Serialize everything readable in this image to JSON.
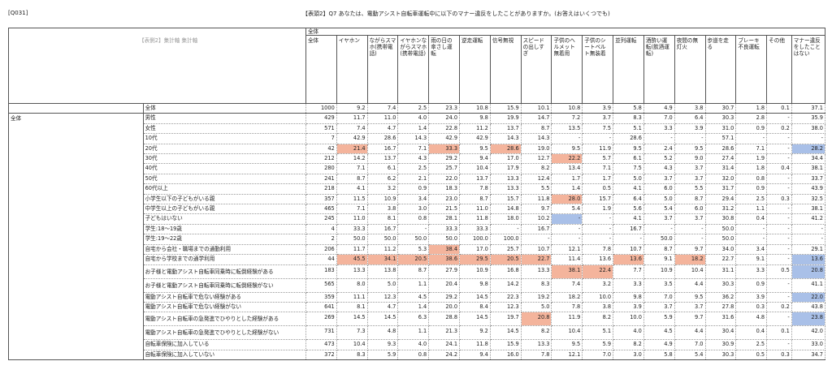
{
  "header": {
    "code": "[Q031]",
    "question": "【表頭2】Q7 あなたは、電動アシスト自転車運転中に以下のマナー違反をしたことがありますか。(お答えはいくつでも)"
  },
  "table": {
    "stub_header": "【表側2】集計軸 集計軸",
    "group_header": "全体",
    "columns": [
      "全体",
      "イヤホン",
      "ながらスマホ(携帯電話)",
      "イヤホンながらスマホ(携帯電話)",
      "雨の日の傘さし運転",
      "逆走運転",
      "信号無視",
      "スピードの出しすぎ",
      "子供のヘルメット無着用",
      "子供のシートベルト無装着",
      "並列運転",
      "酒酔い運転(飲酒運転)",
      "夜間の無灯火",
      "歩道を走る",
      "ブレーキ不良運転",
      "その他",
      "マナー違反をしたことはない"
    ],
    "total_row": {
      "label": "全体",
      "values": [
        "1000",
        "9.2",
        "7.4",
        "2.5",
        "23.3",
        "10.8",
        "15.9",
        "10.1",
        "10.8",
        "3.9",
        "5.8",
        "4.9",
        "3.8",
        "30.7",
        "1.8",
        "0.1",
        "37.1"
      ]
    },
    "group_label": "全体",
    "rows": [
      {
        "label": "男性",
        "values": [
          "429",
          "11.7",
          "11.0",
          "4.0",
          "24.0",
          "9.8",
          "19.9",
          "14.7",
          "7.2",
          "3.7",
          "8.3",
          "7.0",
          "6.4",
          "30.3",
          "2.8",
          "-",
          "35.9"
        ],
        "hi": [],
        "lo": []
      },
      {
        "label": "女性",
        "values": [
          "571",
          "7.4",
          "4.7",
          "1.4",
          "22.8",
          "11.2",
          "13.7",
          "8.7",
          "13.5",
          "7.5",
          "5.1",
          "3.3",
          "3.9",
          "31.0",
          "0.9",
          "0.2",
          "38.0"
        ],
        "hi": [],
        "lo": []
      },
      {
        "label": "10代",
        "values": [
          "7",
          "42.9",
          "28.6",
          "14.3",
          "42.9",
          "42.9",
          "14.3",
          "14.3",
          "-",
          "-",
          "28.6",
          "-",
          "-",
          "57.1",
          "-",
          "-",
          "-"
        ],
        "hi": [],
        "lo": []
      },
      {
        "label": "20代",
        "values": [
          "42",
          "21.4",
          "16.7",
          "7.1",
          "33.3",
          "9.5",
          "28.6",
          "19.0",
          "9.5",
          "11.9",
          "9.5",
          "2.4",
          "9.5",
          "28.6",
          "7.1",
          "-",
          "28.2"
        ],
        "hi": [
          1,
          4,
          6
        ],
        "lo": [
          16
        ]
      },
      {
        "label": "30代",
        "values": [
          "212",
          "14.2",
          "13.7",
          "4.3",
          "29.2",
          "9.4",
          "17.0",
          "12.7",
          "22.2",
          "5.7",
          "6.1",
          "5.2",
          "9.0",
          "27.4",
          "1.9",
          "-",
          "34.4"
        ],
        "hi": [
          8
        ],
        "lo": []
      },
      {
        "label": "40代",
        "values": [
          "280",
          "7.1",
          "6.1",
          "2.5",
          "25.7",
          "10.4",
          "17.9",
          "8.2",
          "13.4",
          "7.1",
          "7.5",
          "4.3",
          "3.7",
          "31.4",
          "1.8",
          "0.4",
          "38.1"
        ],
        "hi": [],
        "lo": []
      },
      {
        "label": "50代",
        "values": [
          "241",
          "8.7",
          "6.2",
          "2.1",
          "22.0",
          "13.7",
          "13.3",
          "12.4",
          "1.7",
          "1.7",
          "5.0",
          "3.7",
          "3.7",
          "32.0",
          "0.8",
          "-",
          "33.7"
        ],
        "hi": [],
        "lo": []
      },
      {
        "label": "60代以上",
        "values": [
          "218",
          "4.1",
          "3.2",
          "0.9",
          "18.3",
          "7.8",
          "13.3",
          "5.5",
          "1.4",
          "0.5",
          "4.1",
          "6.0",
          "5.5",
          "31.7",
          "0.9",
          "-",
          "43.9"
        ],
        "hi": [],
        "lo": []
      },
      {
        "label": "小学生以下の子どもがいる親",
        "values": [
          "357",
          "11.5",
          "10.9",
          "3.4",
          "23.0",
          "8.7",
          "15.7",
          "11.8",
          "28.0",
          "15.7",
          "6.4",
          "5.0",
          "8.7",
          "29.4",
          "2.5",
          "0.3",
          "32.5"
        ],
        "hi": [
          8
        ],
        "lo": []
      },
      {
        "label": "中学生以上の子どもがいる親",
        "values": [
          "465",
          "7.1",
          "3.8",
          "3.0",
          "21.5",
          "11.0",
          "14.8",
          "9.7",
          "5.4",
          "1.9",
          "5.6",
          "5.4",
          "6.0",
          "31.2",
          "1.1",
          "-",
          "38.1"
        ],
        "hi": [],
        "lo": []
      },
      {
        "label": "子どもはいない",
        "values": [
          "245",
          "11.0",
          "8.1",
          "0.8",
          "28.1",
          "11.8",
          "18.0",
          "10.2",
          "-",
          "-",
          "4.1",
          "3.7",
          "3.7",
          "30.8",
          "0.4",
          "-",
          "41.2"
        ],
        "hi": [],
        "lo": [
          8
        ]
      },
      {
        "label": "学生:18～19歳",
        "values": [
          "4",
          "33.3",
          "16.7",
          "-",
          "33.3",
          "33.3",
          "-",
          "16.7",
          "-",
          "-",
          "16.7",
          "-",
          "-",
          "50.0",
          "-",
          "-",
          "-"
        ],
        "hi": [],
        "lo": []
      },
      {
        "label": "学生:19～22歳",
        "values": [
          "2",
          "50.0",
          "50.0",
          "50.0",
          "50.0",
          "100.0",
          "100.0",
          "-",
          "-",
          "-",
          "-",
          "50.0",
          "-",
          "50.0",
          "-",
          "-",
          "-"
        ],
        "hi": [],
        "lo": []
      },
      {
        "label": "自宅から会社・職場までの通勤利用",
        "values": [
          "206",
          "11.7",
          "11.2",
          "5.3",
          "38.4",
          "17.0",
          "25.7",
          "10.7",
          "12.1",
          "7.8",
          "10.7",
          "8.7",
          "9.7",
          "34.0",
          "3.4",
          "-",
          "29.1"
        ],
        "hi": [
          4
        ],
        "lo": []
      },
      {
        "label": "自宅から学校までの通学利用",
        "values": [
          "44",
          "45.5",
          "34.1",
          "20.5",
          "38.6",
          "29.5",
          "20.5",
          "22.7",
          "11.4",
          "13.6",
          "13.6",
          "9.1",
          "18.2",
          "22.7",
          "9.1",
          "-",
          "13.6"
        ],
        "hi": [
          1,
          2,
          3,
          4,
          5,
          6,
          7,
          10,
          12
        ],
        "lo": [
          16
        ]
      },
      {
        "label": "お子様と電動アシスト自転車同乗時に転倒経験がある",
        "tall": true,
        "values": [
          "183",
          "13.3",
          "13.8",
          "8.7",
          "27.9",
          "10.9",
          "16.8",
          "13.3",
          "38.1",
          "22.4",
          "7.7",
          "10.9",
          "10.4",
          "31.1",
          "3.3",
          "0.5",
          "20.8"
        ],
        "hi": [
          8,
          9
        ],
        "lo": [
          16
        ]
      },
      {
        "label": "お子様と電動アシスト自転車同乗時に転倒経験がない",
        "tall": true,
        "values": [
          "565",
          "8.0",
          "5.0",
          "1.1",
          "20.4",
          "9.8",
          "14.2",
          "8.3",
          "7.4",
          "3.2",
          "3.3",
          "3.5",
          "4.4",
          "30.3",
          "0.9",
          "-",
          "41.1"
        ],
        "hi": [],
        "lo": []
      },
      {
        "label": "電動アシスト自転車で危ない経験がある",
        "values": [
          "359",
          "11.1",
          "12.3",
          "4.5",
          "29.2",
          "14.5",
          "22.3",
          "19.2",
          "18.2",
          "10.0",
          "9.8",
          "7.0",
          "9.5",
          "36.2",
          "3.9",
          "-",
          "22.0"
        ],
        "hi": [],
        "lo": [
          16
        ]
      },
      {
        "label": "電動アシスト自転車で危ない経験がない",
        "values": [
          "641",
          "8.1",
          "4.7",
          "1.4",
          "20.0",
          "8.4",
          "12.3",
          "5.0",
          "7.8",
          "3.8",
          "3.9",
          "3.7",
          "3.7",
          "27.8",
          "0.3",
          "0.2",
          "43.8"
        ],
        "hi": [],
        "lo": []
      },
      {
        "label": "電動アシスト自転車の急発進でひやりとした経験がある",
        "tall": true,
        "values": [
          "269",
          "14.5",
          "14.5",
          "6.3",
          "28.8",
          "14.5",
          "19.7",
          "20.8",
          "11.9",
          "8.2",
          "10.0",
          "5.9",
          "9.7",
          "31.6",
          "4.8",
          "-",
          "23.8"
        ],
        "hi": [
          7
        ],
        "lo": [
          16
        ]
      },
      {
        "label": "電動アシスト自転車の急発進でひやりとした経験がない",
        "tall": true,
        "values": [
          "731",
          "7.3",
          "4.8",
          "1.1",
          "21.3",
          "9.2",
          "14.5",
          "8.2",
          "10.4",
          "5.1",
          "4.0",
          "4.5",
          "4.4",
          "30.4",
          "0.4",
          "0.1",
          "42.0"
        ],
        "hi": [],
        "lo": []
      },
      {
        "label": "自転車保険に加入している",
        "values": [
          "473",
          "10.4",
          "9.3",
          "4.0",
          "24.1",
          "11.8",
          "15.9",
          "13.3",
          "9.5",
          "5.9",
          "8.2",
          "4.9",
          "7.0",
          "30.9",
          "2.5",
          "-",
          "33.0"
        ],
        "hi": [],
        "lo": []
      },
      {
        "label": "自転車保険に加入していない",
        "values": [
          "372",
          "8.3",
          "5.9",
          "0.8",
          "24.2",
          "9.4",
          "16.0",
          "7.8",
          "12.1",
          "7.0",
          "3.0",
          "5.8",
          "5.4",
          "30.3",
          "0.5",
          "0.3",
          "34.7"
        ],
        "hi": [],
        "lo": []
      }
    ]
  }
}
